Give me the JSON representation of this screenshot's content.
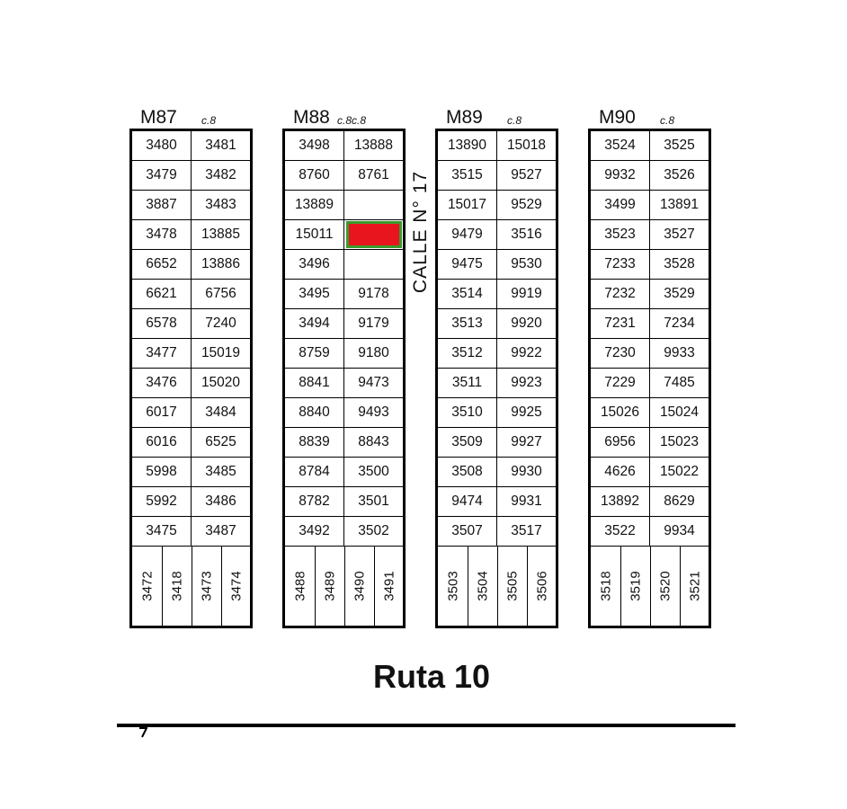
{
  "colors": {
    "highlight_fill": "#e8141e",
    "highlight_border": "#3a9a2c"
  },
  "street_label": "CALLE  N° 17",
  "road_label": "Ruta 10",
  "blocks": [
    {
      "name": "M87",
      "note": "c.8",
      "rows": [
        [
          "3480",
          "3481"
        ],
        [
          "3479",
          "3482"
        ],
        [
          "3887",
          "3483"
        ],
        [
          "3478",
          "13885"
        ],
        [
          "6652",
          "13886"
        ],
        [
          "6621",
          "6756"
        ],
        [
          "6578",
          "7240"
        ],
        [
          "3477",
          "15019"
        ],
        [
          "3476",
          "15020"
        ],
        [
          "6017",
          "3484"
        ],
        [
          "6016",
          "6525"
        ],
        [
          "5998",
          "3485"
        ],
        [
          "5992",
          "3486"
        ],
        [
          "3475",
          "3487"
        ]
      ],
      "bottom": [
        "3472",
        "3418",
        "3473",
        "3474"
      ]
    },
    {
      "name": "M88",
      "note": "c.8c.8",
      "highlighted_parcel": "row 4, right cell",
      "rows": [
        [
          "3498",
          "13888"
        ],
        [
          "8760",
          "8761"
        ],
        [
          "13889",
          ""
        ],
        [
          "15011",
          ""
        ],
        [
          "3496",
          ""
        ],
        [
          "3495",
          "9178"
        ],
        [
          "3494",
          "9179"
        ],
        [
          "8759",
          "9180"
        ],
        [
          "8841",
          "9473"
        ],
        [
          "8840",
          "9493"
        ],
        [
          "8839",
          "8843"
        ],
        [
          "8784",
          "3500"
        ],
        [
          "8782",
          "3501"
        ],
        [
          "3492",
          "3502"
        ]
      ],
      "bottom": [
        "3488",
        "3489",
        "3490",
        "3491"
      ]
    },
    {
      "name": "M89",
      "note": "c.8",
      "rows": [
        [
          "13890",
          "15018"
        ],
        [
          "3515",
          "9527"
        ],
        [
          "15017",
          "9529"
        ],
        [
          "9479",
          "3516"
        ],
        [
          "9475",
          "9530"
        ],
        [
          "3514",
          "9919"
        ],
        [
          "3513",
          "9920"
        ],
        [
          "3512",
          "9922"
        ],
        [
          "3511",
          "9923"
        ],
        [
          "3510",
          "9925"
        ],
        [
          "3509",
          "9927"
        ],
        [
          "3508",
          "9930"
        ],
        [
          "9474",
          "9931"
        ],
        [
          "3507",
          "3517"
        ]
      ],
      "bottom": [
        "3503",
        "3504",
        "3505",
        "3506"
      ]
    },
    {
      "name": "M90",
      "note": "c.8",
      "rows": [
        [
          "3524",
          "3525"
        ],
        [
          "9932",
          "3526"
        ],
        [
          "3499",
          "13891"
        ],
        [
          "3523",
          "3527"
        ],
        [
          "7233",
          "3528"
        ],
        [
          "7232",
          "3529"
        ],
        [
          "7231",
          "7234"
        ],
        [
          "7230",
          "9933"
        ],
        [
          "7229",
          "7485"
        ],
        [
          "15026",
          "15024"
        ],
        [
          "6956",
          "15023"
        ],
        [
          "4626",
          "15022"
        ],
        [
          "13892",
          "8629"
        ],
        [
          "3522",
          "9934"
        ]
      ],
      "bottom": [
        "3518",
        "3519",
        "3520",
        "3521"
      ]
    }
  ]
}
